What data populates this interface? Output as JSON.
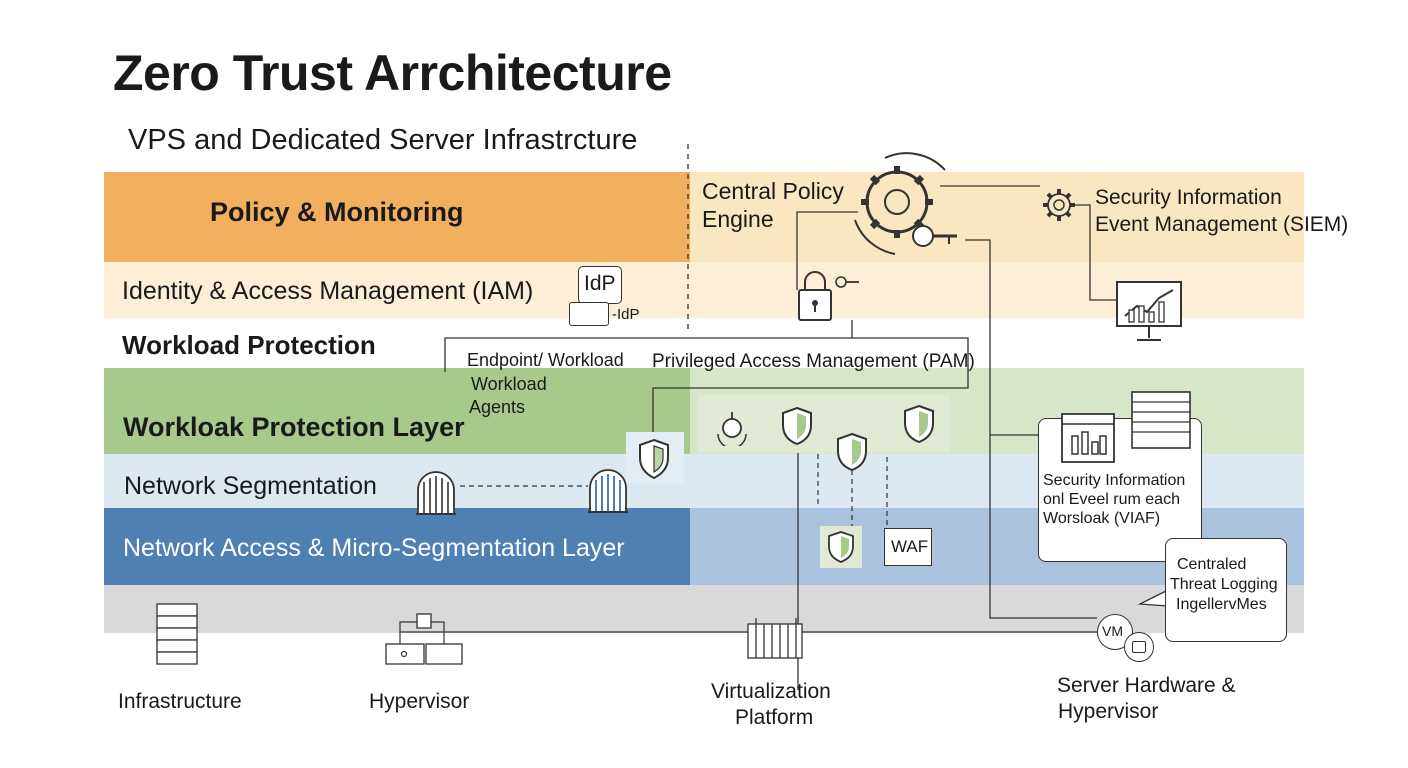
{
  "title": "Zero Trust Arrchitecture",
  "subtitle": "VPS and Dedicated Server Infrastrcture",
  "layers": {
    "policy_monitoring": "Policy & Monitoring",
    "iam": "Identity & Access Management (IAM)",
    "workload_protection": "Workload Protection",
    "workload_layer": "Workloak Protection Layer",
    "network_segmentation": "Network Segmentation",
    "network_access": "Network Access & Micro-Segmentation Layer"
  },
  "components": {
    "central_policy_engine": [
      "Central Policy",
      "Engine"
    ],
    "siem": [
      "Security Information",
      "Event Management (SIEM)"
    ],
    "idp_badge": "IdP",
    "idp_label": "-IdP",
    "endpoint_agents": [
      "Endpoint/ Workload",
      "Workload",
      "Agents"
    ],
    "pam": "Privileged Access Management (PAM)",
    "waf_box": "WAF",
    "security_info_box": [
      "Security Information",
      "onl Eveel rum each",
      "Worsloak (VIAF)"
    ],
    "threat_logging": [
      "Centraled",
      "Threat Logging",
      "IngellervMes"
    ],
    "vm_badge": "VM"
  },
  "infrastructure": {
    "infrastructure": "Infrastructure",
    "hypervisor": "Hypervisor",
    "virtualization": [
      "Virtualization",
      "Platform"
    ],
    "server_hardware": [
      "Server Hardware &",
      "Hypervisor"
    ]
  },
  "colors": {
    "orange": "#f2b05e",
    "orange_light": "#fbe8c6",
    "peach": "#fbead1",
    "green": "#a7c98c",
    "green_light": "#d8e7c9",
    "blue_light": "#dce9f2",
    "blue": "#4f7fb3",
    "blue_mid": "#a9c3df",
    "gray": "#d9d9d9"
  }
}
